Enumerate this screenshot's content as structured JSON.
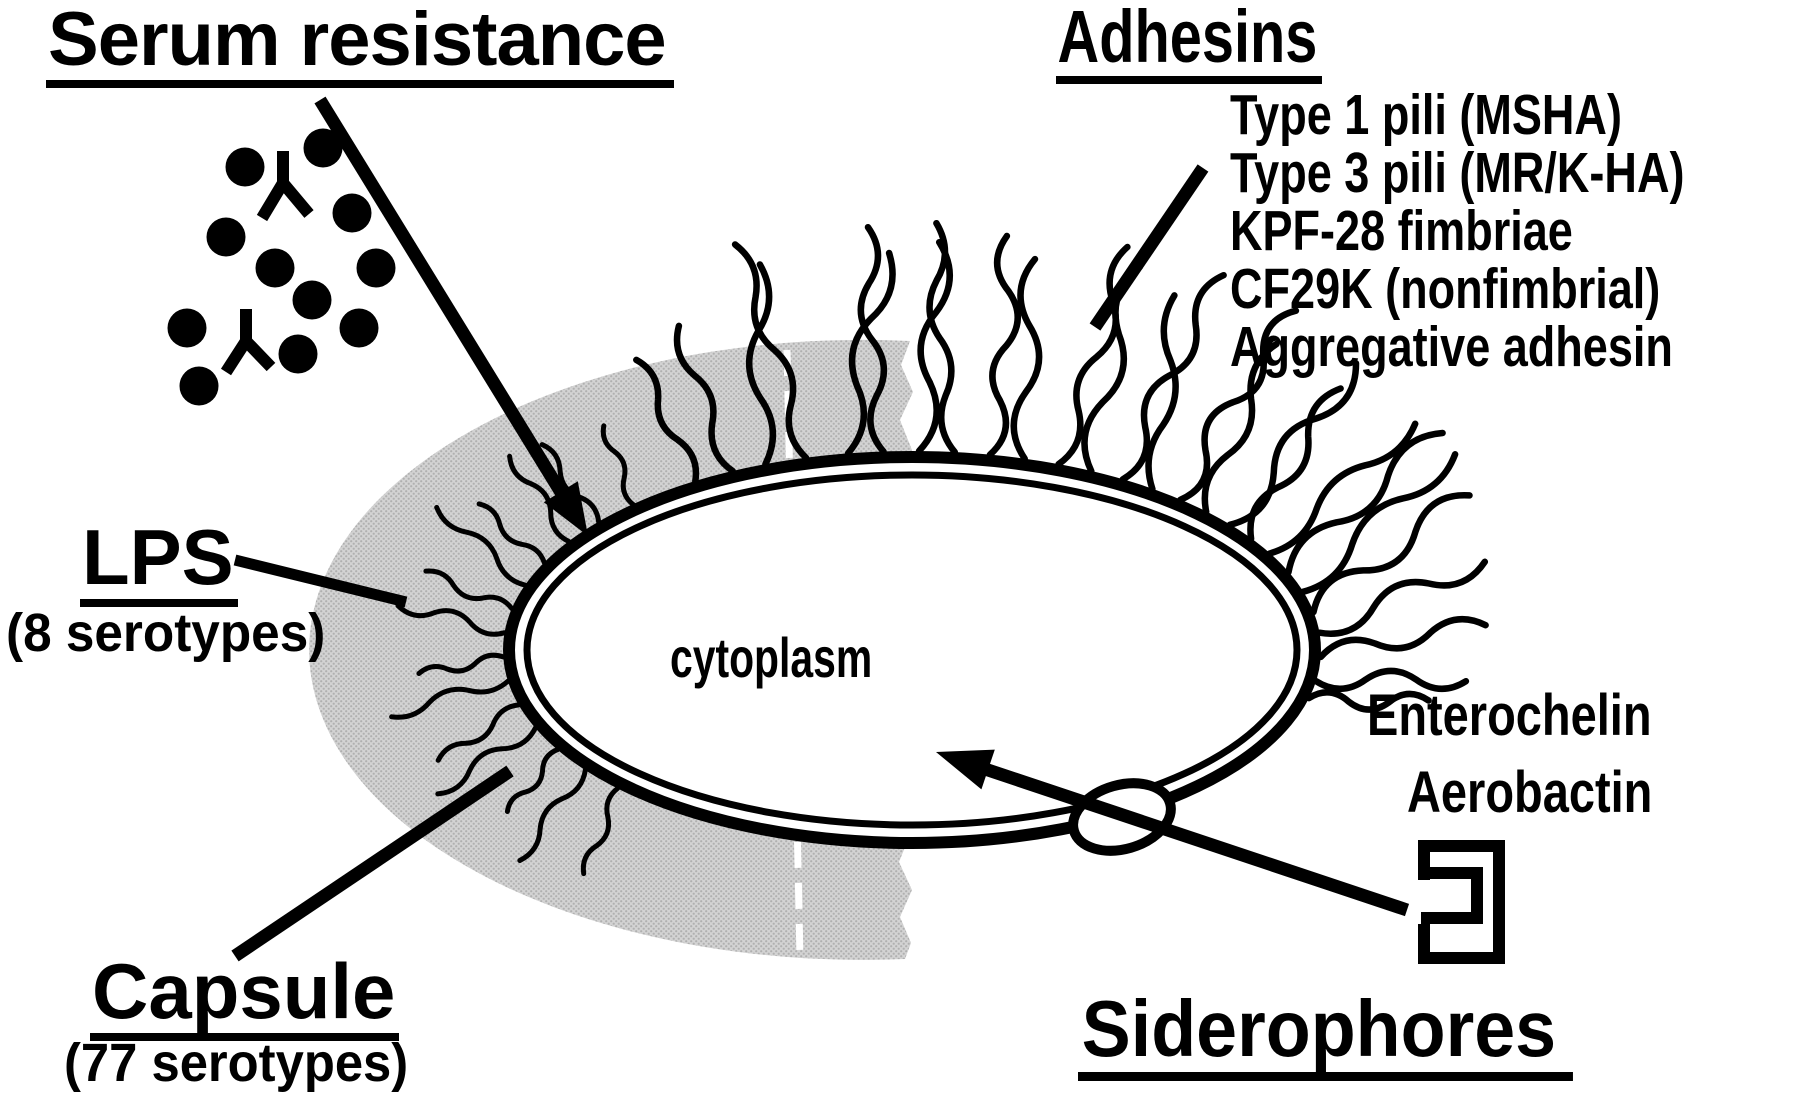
{
  "colors": {
    "background": "#ffffff",
    "ink": "#000000",
    "capsule_fill": "#d3d3d3",
    "capsule_dot": "#b0b0b0"
  },
  "serum_resistance": {
    "title": "Serum resistance"
  },
  "adhesins": {
    "title": "Adhesins",
    "items": [
      "Type 1 pili (MSHA)",
      "Type 3 pili (MR/K-HA)",
      "KPF-28 fimbriae",
      "CF29K (nonfimbrial)",
      "Aggregative adhesin"
    ]
  },
  "lps": {
    "title": "LPS",
    "subtitle": "(8 serotypes)"
  },
  "capsule": {
    "title": "Capsule",
    "subtitle": "(77 serotypes)"
  },
  "cell": {
    "label": "cytoplasm"
  },
  "siderophores": {
    "title": "Siderophores",
    "items": [
      "Enterochelin",
      "Aerobactin"
    ]
  },
  "icons": {
    "antibody": "inverted-Y antibody glyph",
    "complement_dot": "filled black circle",
    "pilus": "wavy hair-like strand",
    "lps_strand": "short wavy strand",
    "membrane_receptor": "white ellipse port on membrane",
    "siderophore_bracket": "square bracket chelator motif",
    "arrow": "black triangle-headed arrow",
    "capsule_halo": "stippled gray half-ring"
  }
}
